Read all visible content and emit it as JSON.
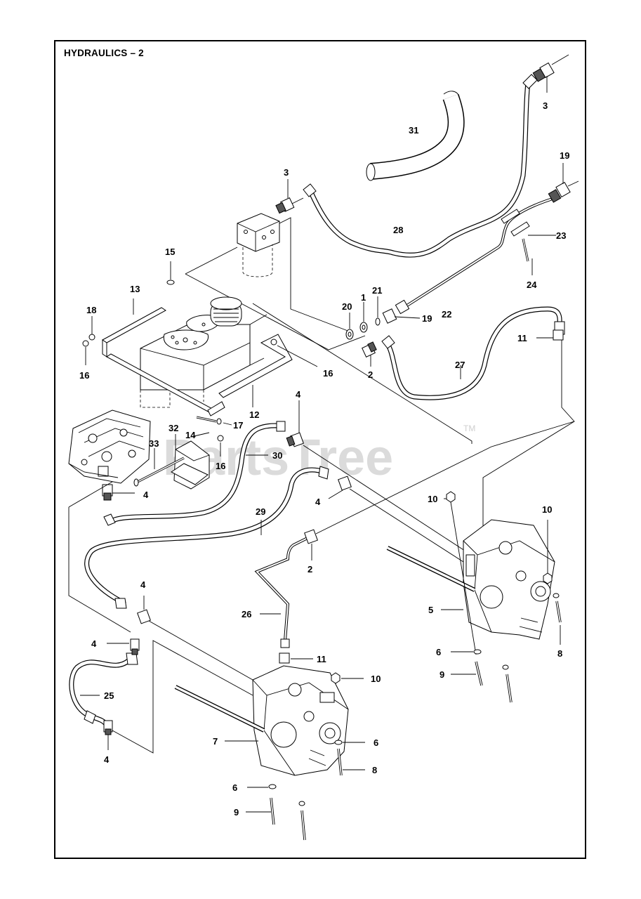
{
  "title": "HYDRAULICS – 2",
  "watermark": "PartsTree",
  "watermark_mark": "TM",
  "callouts": [
    {
      "id": "c1",
      "text": "1"
    },
    {
      "id": "c2a",
      "text": "2"
    },
    {
      "id": "c2b",
      "text": "2"
    },
    {
      "id": "c3a",
      "text": "3"
    },
    {
      "id": "c3b",
      "text": "3"
    },
    {
      "id": "c4a",
      "text": "4"
    },
    {
      "id": "c4b",
      "text": "4"
    },
    {
      "id": "c4c",
      "text": "4"
    },
    {
      "id": "c4d",
      "text": "4"
    },
    {
      "id": "c4e",
      "text": "4"
    },
    {
      "id": "c4f",
      "text": "4"
    },
    {
      "id": "c5",
      "text": "5"
    },
    {
      "id": "c6a",
      "text": "6"
    },
    {
      "id": "c6b",
      "text": "6"
    },
    {
      "id": "c6c",
      "text": "6"
    },
    {
      "id": "c7",
      "text": "7"
    },
    {
      "id": "c8a",
      "text": "8"
    },
    {
      "id": "c8b",
      "text": "8"
    },
    {
      "id": "c9a",
      "text": "9"
    },
    {
      "id": "c9b",
      "text": "9"
    },
    {
      "id": "c10a",
      "text": "10"
    },
    {
      "id": "c10b",
      "text": "10"
    },
    {
      "id": "c10c",
      "text": "10"
    },
    {
      "id": "c11a",
      "text": "11"
    },
    {
      "id": "c11b",
      "text": "11"
    },
    {
      "id": "c12",
      "text": "12"
    },
    {
      "id": "c13",
      "text": "13"
    },
    {
      "id": "c14",
      "text": "14"
    },
    {
      "id": "c15",
      "text": "15"
    },
    {
      "id": "c16a",
      "text": "16"
    },
    {
      "id": "c16b",
      "text": "16"
    },
    {
      "id": "c16c",
      "text": "16"
    },
    {
      "id": "c17",
      "text": "17"
    },
    {
      "id": "c18",
      "text": "18"
    },
    {
      "id": "c19a",
      "text": "19"
    },
    {
      "id": "c19b",
      "text": "19"
    },
    {
      "id": "c20",
      "text": "20"
    },
    {
      "id": "c21",
      "text": "21"
    },
    {
      "id": "c22",
      "text": "22"
    },
    {
      "id": "c23",
      "text": "23"
    },
    {
      "id": "c24",
      "text": "24"
    },
    {
      "id": "c25",
      "text": "25"
    },
    {
      "id": "c26",
      "text": "26"
    },
    {
      "id": "c27",
      "text": "27"
    },
    {
      "id": "c28",
      "text": "28"
    },
    {
      "id": "c29",
      "text": "29"
    },
    {
      "id": "c30",
      "text": "30"
    },
    {
      "id": "c31",
      "text": "31"
    },
    {
      "id": "c32",
      "text": "32"
    },
    {
      "id": "c33",
      "text": "33"
    }
  ]
}
